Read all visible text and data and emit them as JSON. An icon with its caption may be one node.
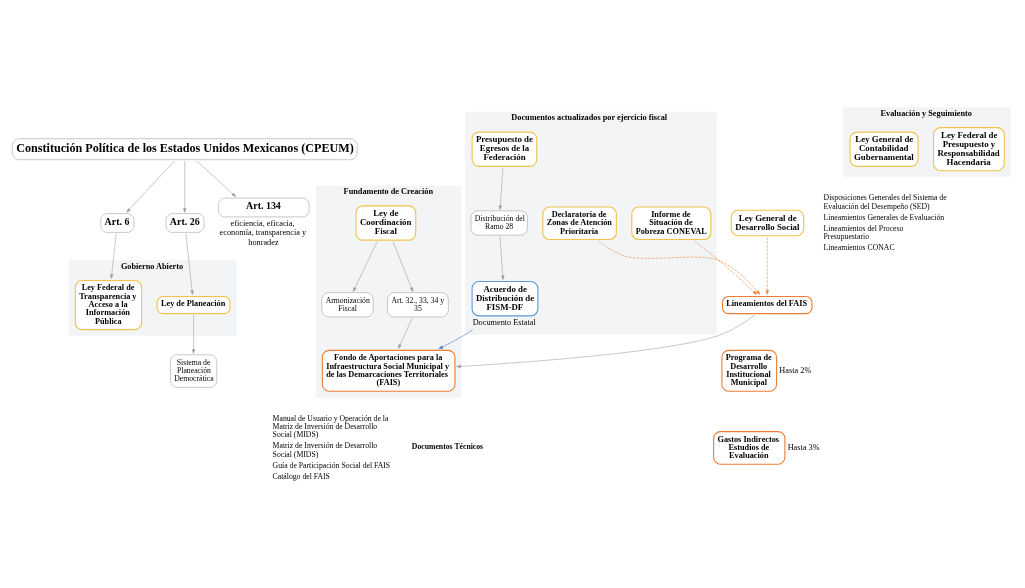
{
  "diagram": {
    "nodes": [
      {
        "text": [
          "Constitución Política de los Estados Unidos Mexicanos (CPEUM)"
        ]
      },
      {
        "text": [
          "Art. 6"
        ]
      },
      {
        "text": [
          "Art. 26"
        ]
      },
      {
        "text": [
          "Art. 134"
        ],
        "beside": [
          "eficiencia, eficacia, economía, transparencia y honradez"
        ]
      },
      {
        "text": [
          "Gobierno Abierto"
        ]
      },
      {
        "text": [
          "Ley Federal de Transparencia y Acceso a la Información Pública"
        ],
        "in": 4
      },
      {
        "text": [
          "Ley de Planeación"
        ],
        "in": 4
      },
      {
        "text": [
          "Sistema de Planeación Democrática"
        ]
      },
      {
        "text": [
          "Fundamento de Creación"
        ]
      },
      {
        "text": [
          "Ley de Coordinación Fiscal"
        ],
        "in": 8
      },
      {
        "text": [
          "Armonización Fiscal"
        ],
        "in": 8
      },
      {
        "text": [
          "Art. 32., 33, 34 y 35"
        ],
        "in": 8
      },
      {
        "text": [
          "Fondo de Aportaciones para la Infraestructura Social Municipal y de las Demarcaciones Territoriales (FAIS)"
        ],
        "in": 8
      },
      {
        "text": [
          "Documentos actualizados por ejercicio fiscal"
        ]
      },
      {
        "text": [
          "Presupuesto de Egresos de la Federación"
        ],
        "in": 13
      },
      {
        "text": [
          "Informe de Situación de Pobreza CONEVAL"
        ],
        "in": 13
      },
      {
        "text": [
          "Declaratoria de Zonas de Atención Prioritaria"
        ],
        "in": 13
      },
      {
        "text": [
          "Distribución del Ramo 28"
        ],
        "in": 13
      },
      {
        "text": [
          "Acuerdo de Distribución de FISM-DF"
        ],
        "beside": [
          "Documento Estatal"
        ],
        "in": 13
      },
      {
        "text": [
          "Evaluación y Seguimiento"
        ]
      },
      {
        "text": [
          "Ley Federal de Presupuesto y Responsabilidad Hacendaria"
        ],
        "in": 19
      },
      {
        "text": [
          "Ley General de Contabilidad Gubernamental"
        ],
        "in": 19
      },
      {
        "text": [
          "Ley General de Desarrollo Social"
        ]
      },
      {
        "text": [
          "Lineamientos del FAIS"
        ]
      },
      {
        "text": [
          "Programa de Desarrollo Institucional Municipal"
        ],
        "beside": [
          "Hasta 2%"
        ]
      },
      {
        "text": [
          "Gastos Indirectos Estudios de Evaluación"
        ],
        "beside": [
          "Hasta 3%"
        ]
      }
    ],
    "edges": [
      {
        "from": 0,
        "to": 1,
        "arrow": "to"
      },
      {
        "from": 0,
        "to": 2,
        "arrow": "to"
      },
      {
        "from": 0,
        "to": 3,
        "arrow": "to"
      },
      {
        "from": 1,
        "to": 5,
        "arrow": "to"
      },
      {
        "from": 2,
        "to": 6,
        "arrow": "to"
      },
      {
        "from": 6,
        "to": 7,
        "arrow": "to"
      },
      {
        "from": 9,
        "to": 10,
        "arrow": "to"
      },
      {
        "from": 9,
        "to": 11,
        "arrow": "to"
      },
      {
        "from": 11,
        "to": 12,
        "arrow": "to"
      },
      {
        "from": 14,
        "to": 17,
        "arrow": "to"
      },
      {
        "from": 17,
        "to": 18,
        "arrow": "to"
      },
      {
        "from": 18,
        "to": 12,
        "arrow": "to",
        "color": "#4472c4"
      },
      {
        "from": 15,
        "to": 23,
        "arrow": "to",
        "style": "dashed",
        "color": "#ed7d31"
      },
      {
        "from": 16,
        "to": 23,
        "arrow": "to",
        "style": "dashed",
        "color": "#ed7d31"
      },
      {
        "from": 22,
        "to": 23,
        "arrow": "to",
        "style": "dashed",
        "color": "#ed7d31"
      },
      {
        "from": 23,
        "to": 12,
        "arrow": "to"
      }
    ],
    "labels": [
      "Disposiciones Generales del Sistema de Evaluación del Desempeño (SED)",
      "Lineamientos Generales de Evaluación",
      "Lineamientos del Proceso Presupuestario",
      "Lineamientos CONAC",
      "Documentos Técnicos",
      "Manual de Usuario y Operación de la Matriz de Inversión de Desarrollo Social (MIDS)",
      "Matriz de Inversión de Desarrollo Social (MIDS)",
      "Guía de Participación Social del FAIS",
      "Catálogo del FAIS"
    ]
  }
}
